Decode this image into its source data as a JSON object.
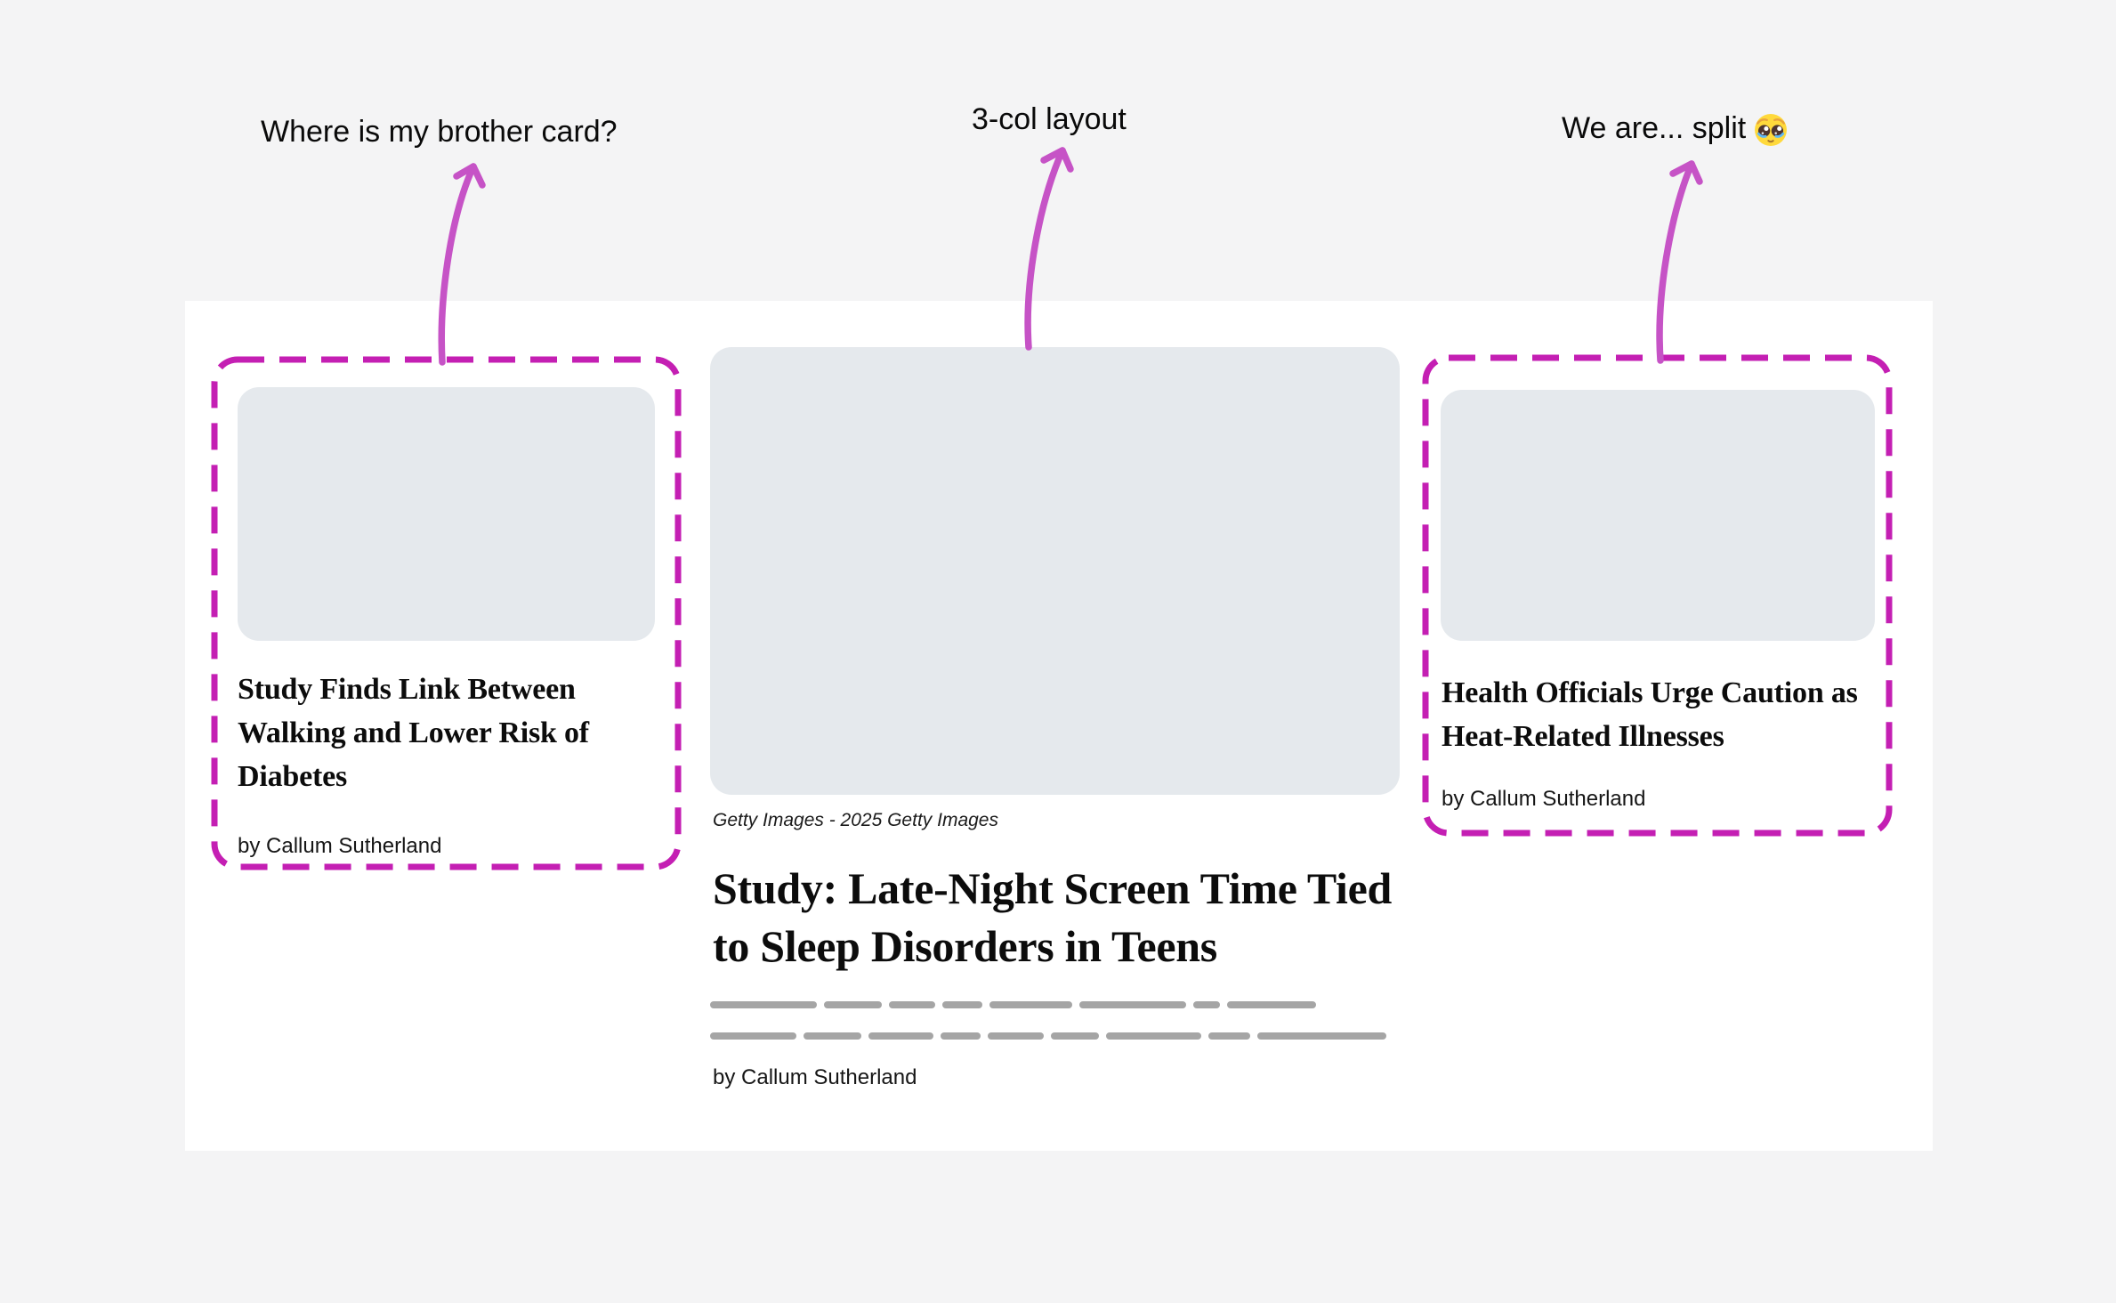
{
  "annotations": {
    "left": {
      "text": "Where is my brother card?"
    },
    "center": {
      "text": "3-col layout"
    },
    "right": {
      "text": "We are... split",
      "emoji": "🥺"
    }
  },
  "articles": {
    "left": {
      "headline": "Study Finds Link Between Walking and Lower Risk of Diabetes",
      "byline": "by Callum Sutherland"
    },
    "center": {
      "image_credit": "Getty Images - 2025 Getty Images",
      "headline": "Study: Late-Night Screen Time Tied to Sleep Disorders in Teens",
      "byline": "by Callum Sutherland"
    },
    "right": {
      "headline": "Health Officials Urge Caution as Heat-Related Illnesses",
      "byline": "by Callum Sutherland"
    }
  },
  "skeleton_rows": [
    [
      120,
      65,
      52,
      45,
      93,
      120,
      30,
      100
    ],
    [
      97,
      65,
      73,
      45,
      63,
      54,
      107,
      47,
      145
    ]
  ],
  "colors": {
    "canvas_bg": "#f4f4f5",
    "panel_bg": "#ffffff",
    "image_placeholder": "#e5e9ed",
    "accent_dash": "#c41fb3",
    "accent_arrow": "#c653c6",
    "skeleton_bar": "#a5a5a5",
    "ink": "#0b0b0b"
  }
}
